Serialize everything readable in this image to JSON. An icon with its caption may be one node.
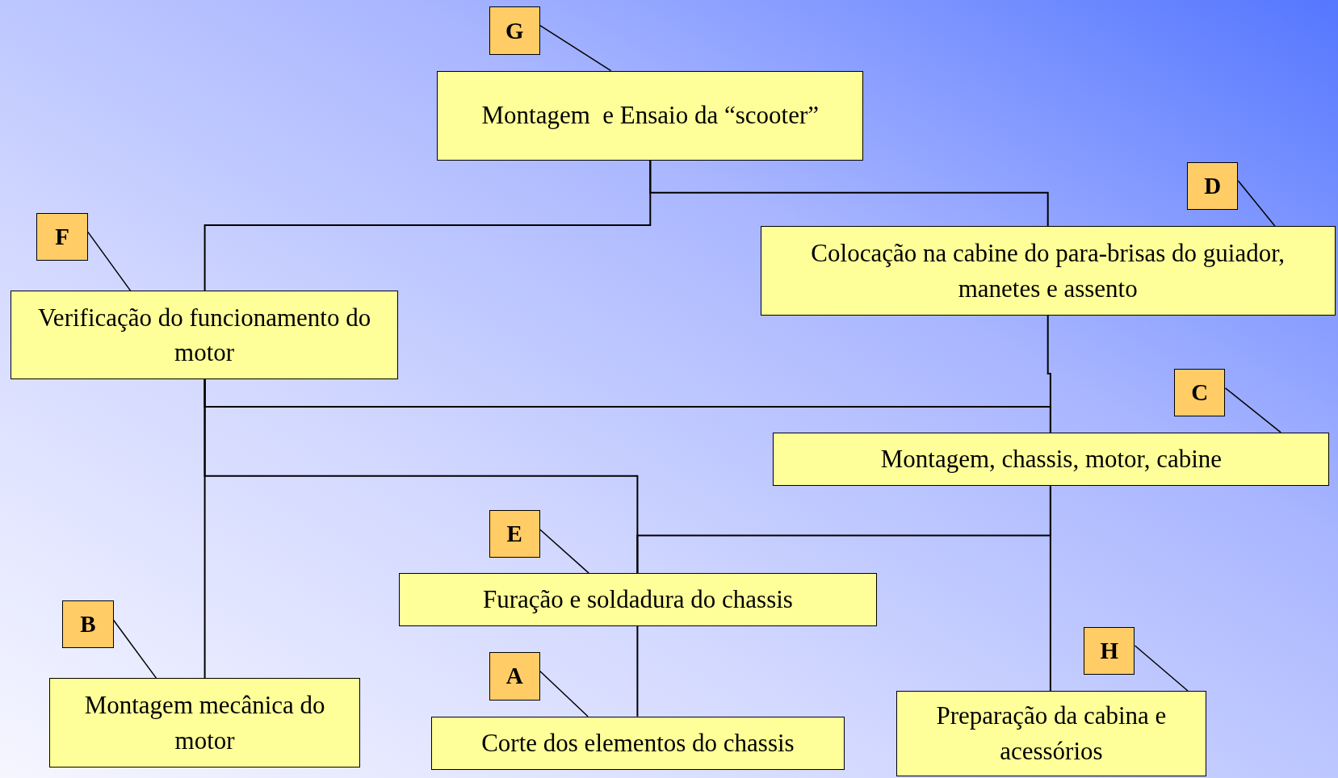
{
  "diagram": {
    "nodes": [
      {
        "text": [
          "G"
        ]
      },
      {
        "text": [
          "Montagem  e Ensaio da “scooter”"
        ]
      },
      {
        "text": [
          "D"
        ]
      },
      {
        "text": [
          "F"
        ]
      },
      {
        "text": [
          "Colocação na cabine do para-brisas do guiador, manetes e assento"
        ]
      },
      {
        "text": [
          "Verificação do funcionamento do motor"
        ]
      },
      {
        "text": [
          "C"
        ]
      },
      {
        "text": [
          "Montagem, chassis, motor, cabine"
        ]
      },
      {
        "text": [
          "E"
        ]
      },
      {
        "text": [
          "Furação e soldadura do chassis"
        ]
      },
      {
        "text": [
          "B"
        ]
      },
      {
        "text": [
          "H"
        ]
      },
      {
        "text": [
          "A"
        ]
      },
      {
        "text": [
          "Montagem mecânica do motor"
        ]
      },
      {
        "text": [
          "Preparação da cabina e acessórios"
        ]
      },
      {
        "text": [
          "Corte dos elementos do chassis"
        ]
      }
    ],
    "edges": [
      {
        "from": 1,
        "to": 4,
        "arrow": "none"
      },
      {
        "from": 1,
        "to": 5,
        "arrow": "none"
      },
      {
        "from": 4,
        "to": 7,
        "arrow": "none"
      },
      {
        "from": 5,
        "to": 7,
        "arrow": "none"
      },
      {
        "from": 5,
        "to": 13,
        "arrow": "none"
      },
      {
        "from": 5,
        "to": 9,
        "arrow": "none"
      },
      {
        "from": 9,
        "to": 7,
        "arrow": "none"
      },
      {
        "from": 7,
        "to": 14,
        "arrow": "none"
      },
      {
        "from": 9,
        "to": 15,
        "arrow": "none"
      },
      {
        "from": 0,
        "to": 1,
        "arrow": "none"
      },
      {
        "from": 2,
        "to": 4,
        "arrow": "none"
      },
      {
        "from": 3,
        "to": 5,
        "arrow": "none"
      },
      {
        "from": 6,
        "to": 7,
        "arrow": "none"
      },
      {
        "from": 8,
        "to": 9,
        "arrow": "none"
      },
      {
        "from": 10,
        "to": 13,
        "arrow": "none"
      },
      {
        "from": 12,
        "to": 15,
        "arrow": "none"
      },
      {
        "from": 11,
        "to": 14,
        "arrow": "none"
      }
    ]
  }
}
